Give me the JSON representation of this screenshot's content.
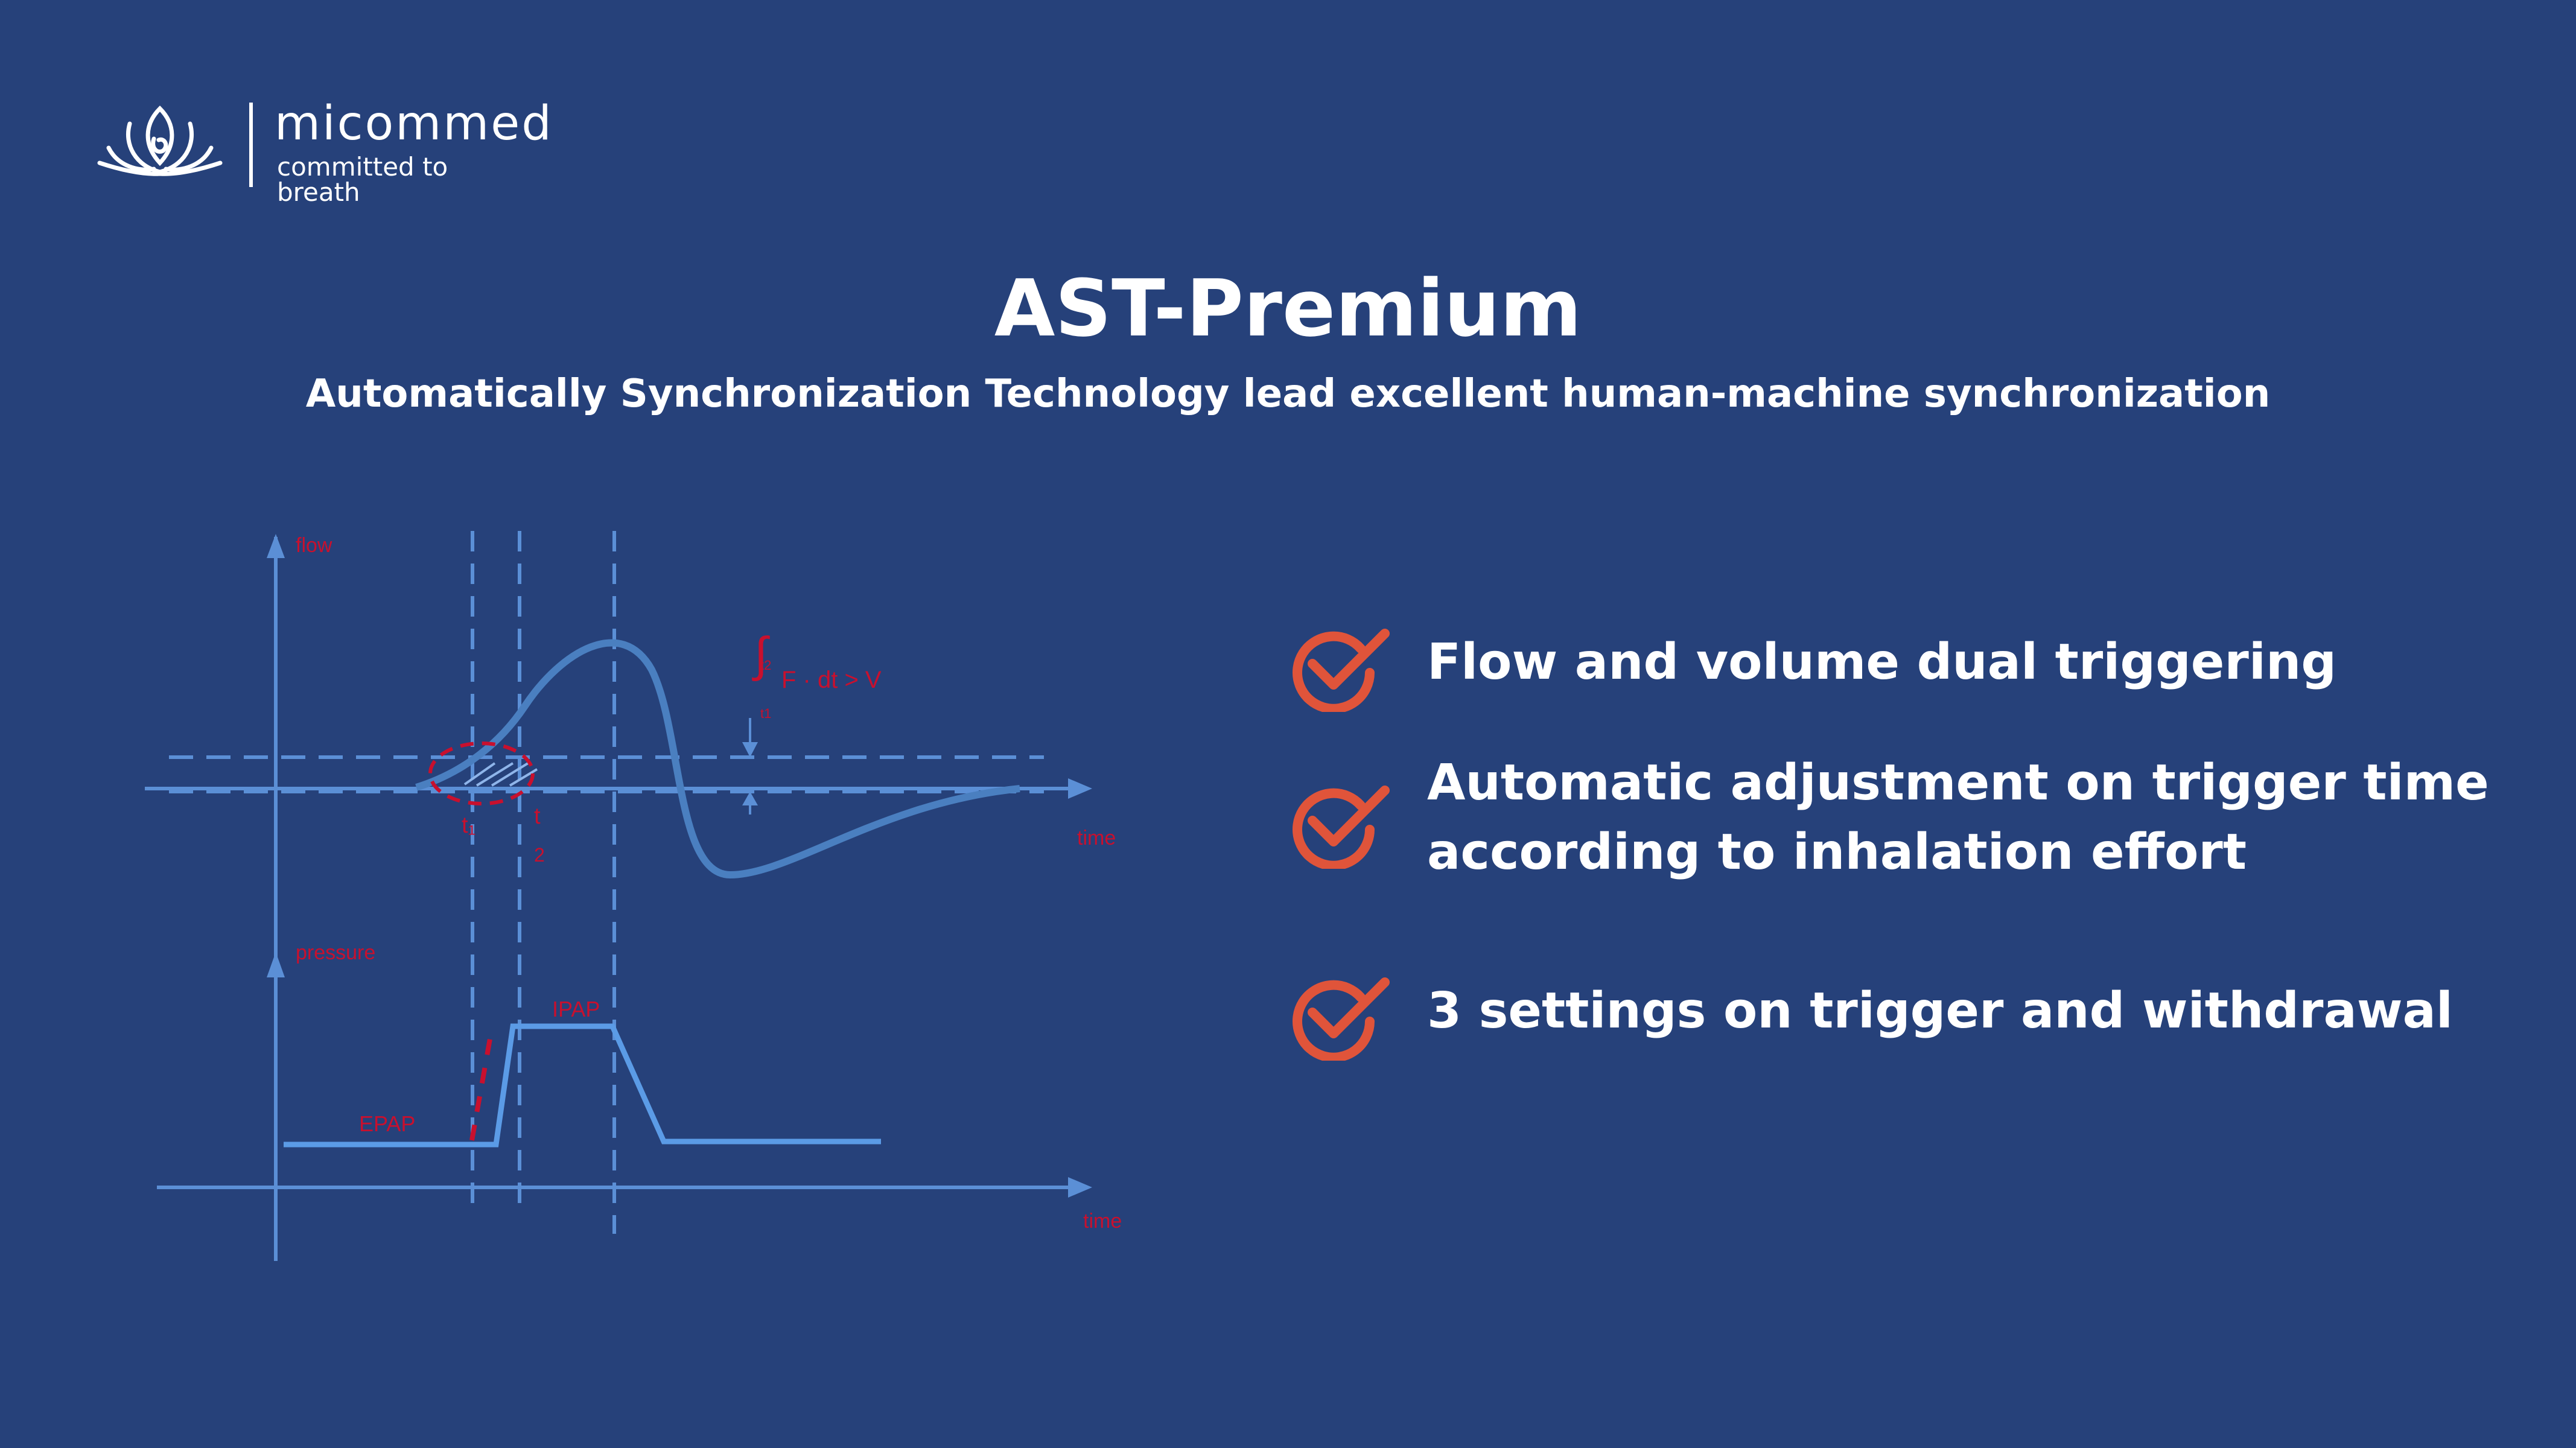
{
  "brand": {
    "name": "micommed",
    "tagline": "committed to breath"
  },
  "header": {
    "title": "AST-Premium",
    "subtitle": "Automatically Synchronization Technology lead excellent human-machine synchronization"
  },
  "diagram": {
    "flow_axis_label": "flow",
    "pressure_axis_label": "pressure",
    "time_label_top": "time",
    "time_label_bottom": "time",
    "t1_label": "t₁",
    "t2_label": "t",
    "t2_sub": "2",
    "integral_label": "F · dt > V",
    "integral_upper": "t2",
    "integral_lower": "t1",
    "ipap_label": "IPAP",
    "epap_label": "EPAP"
  },
  "features": [
    {
      "text": "Flow and volume dual triggering"
    },
    {
      "text_line1": "Automatic adjustment on trigger time",
      "text_line2": "according to inhalation effort"
    },
    {
      "text": "3 settings on trigger and withdrawal"
    }
  ],
  "colors": {
    "background": "#26417a",
    "accent_check": "#e0543a",
    "diagram_line": "#5b8fd6",
    "diagram_label": "#c8102e"
  }
}
